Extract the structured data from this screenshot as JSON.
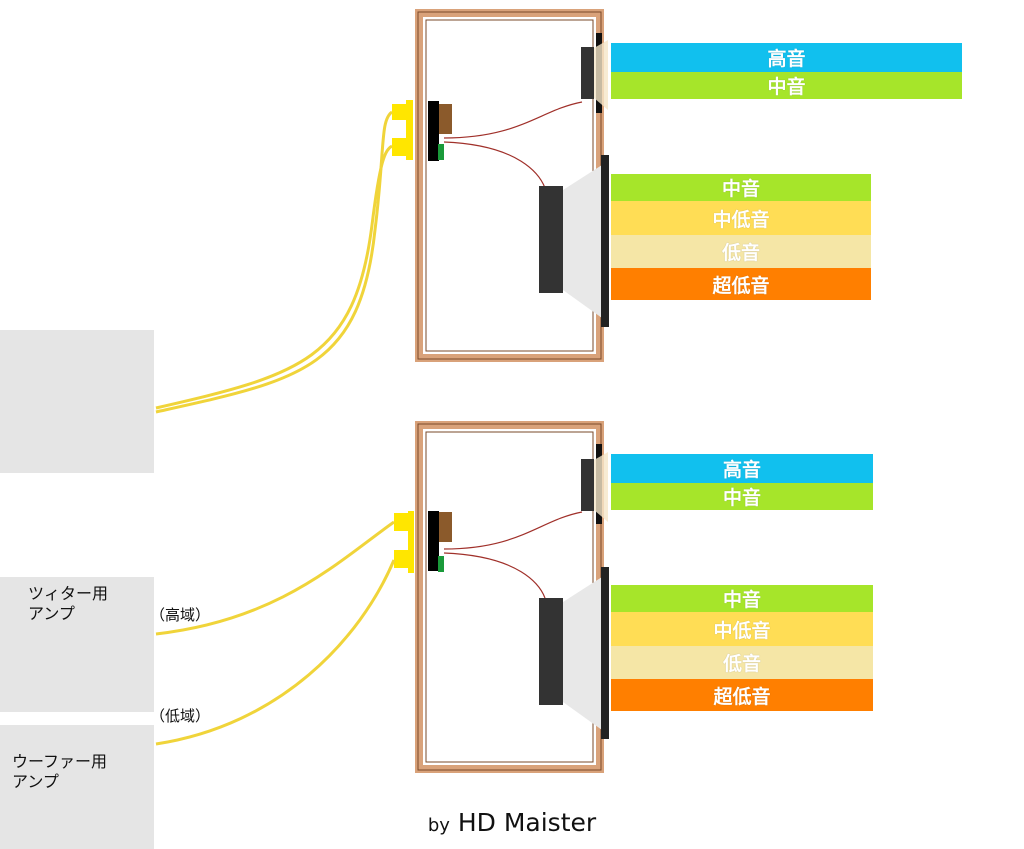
{
  "colors": {
    "cabinet": "#d9a27a",
    "wire": "#f0d43a",
    "terminal": "#ffe600",
    "signal_wire": "#a0302a",
    "high": "#11c0ee",
    "mid": "#a6e52a",
    "mid_low": "#ffdd55",
    "low": "#f5e6a6",
    "sub_low": "#ff7f00",
    "amp_box": "#e5e5e5"
  },
  "top_speaker": {
    "tweeter_bands": [
      "高音",
      "中音"
    ],
    "woofer_bands": [
      "中音",
      "中低音",
      "低音",
      "超低音"
    ]
  },
  "bottom_speaker": {
    "tweeter_bands": [
      "高音",
      "中音"
    ],
    "woofer_bands": [
      "中音",
      "中低音",
      "低音",
      "超低音"
    ]
  },
  "amps": {
    "tweeter_amp": "ツィター用\nアンプ",
    "woofer_amp": "ウーファー用\nアンプ"
  },
  "wire_labels": {
    "high": "（高域）",
    "low": "（低域）"
  },
  "credit": {
    "by": "by",
    "name": "HD Maister"
  }
}
